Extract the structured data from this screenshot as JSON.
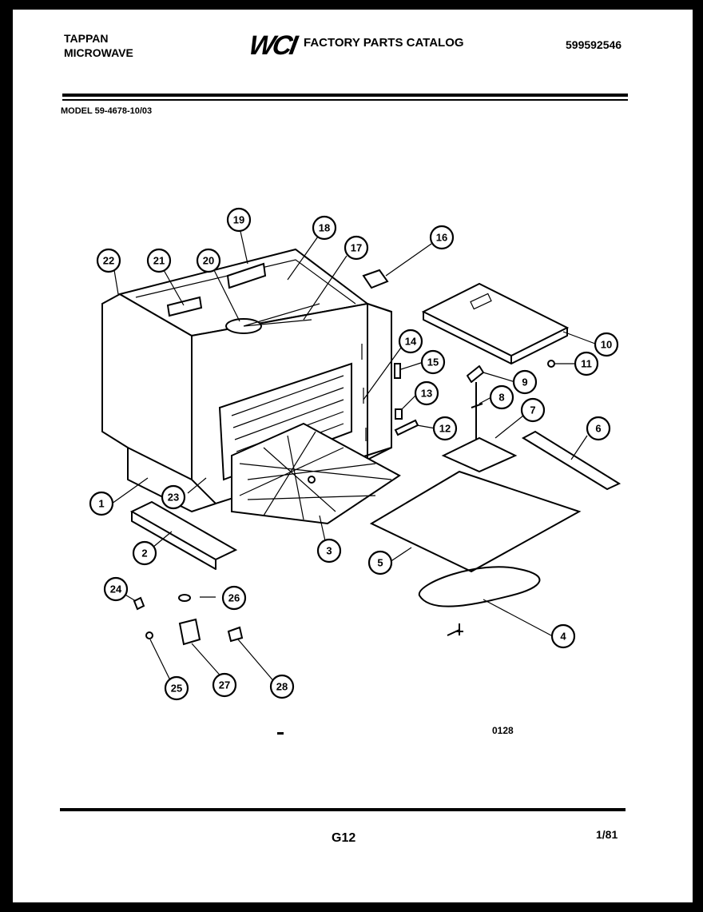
{
  "header": {
    "brand_line1": "TAPPAN",
    "brand_line2": "MICROWAVE",
    "logo_text": "WCI",
    "catalog_title": "FACTORY PARTS CATALOG",
    "catalog_number": "599592546"
  },
  "model": "MODEL 59-4678-10/03",
  "callouts": [
    "1",
    "2",
    "3",
    "4",
    "5",
    "6",
    "7",
    "8",
    "9",
    "10",
    "11",
    "12",
    "13",
    "14",
    "15",
    "16",
    "17",
    "18",
    "19",
    "20",
    "21",
    "22",
    "23",
    "24",
    "25",
    "26",
    "27",
    "28"
  ],
  "footer": {
    "diagram_code": "0128",
    "page_number": "G12",
    "date": "1/81"
  },
  "colors": {
    "ink": "#000000",
    "paper": "#ffffff",
    "border": "#000000"
  }
}
